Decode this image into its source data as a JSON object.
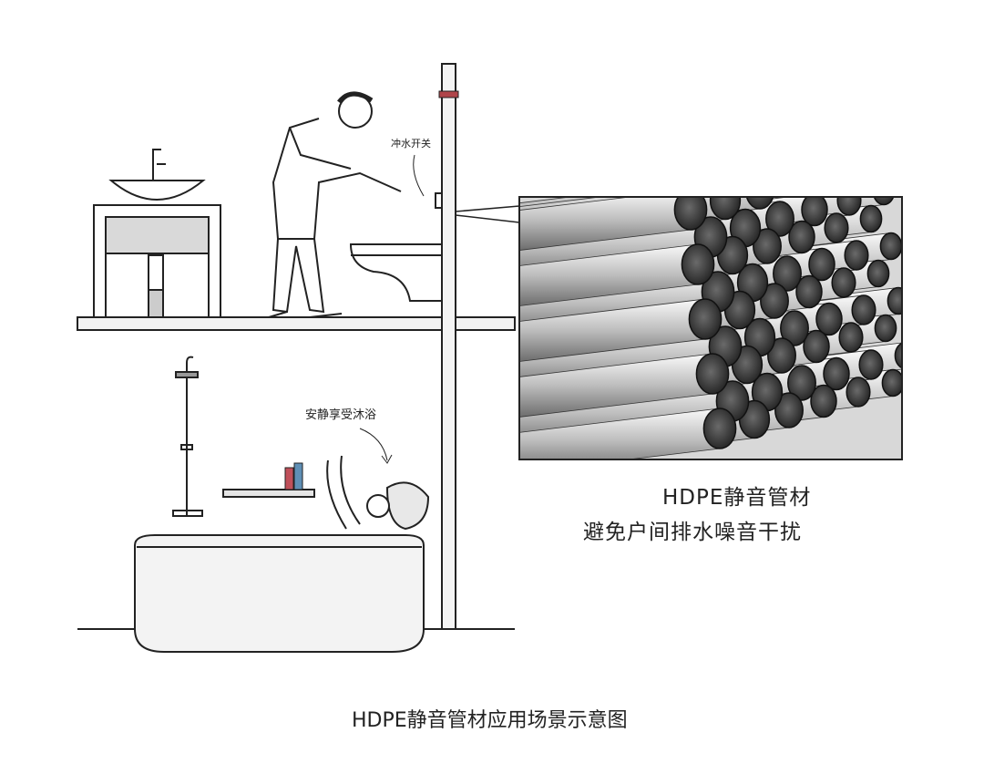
{
  "labels": {
    "flush_switch": "冲水开关",
    "bath_note": "安静享受沐浴",
    "product_title": "HDPE静音管材",
    "product_desc": "避免户间排水噪音干扰",
    "caption": "HDPE静音管材应用场景示意图"
  },
  "colors": {
    "line": "#222222",
    "pipe_band": "#b0454a",
    "pipe_end": "#3a3a3a"
  }
}
